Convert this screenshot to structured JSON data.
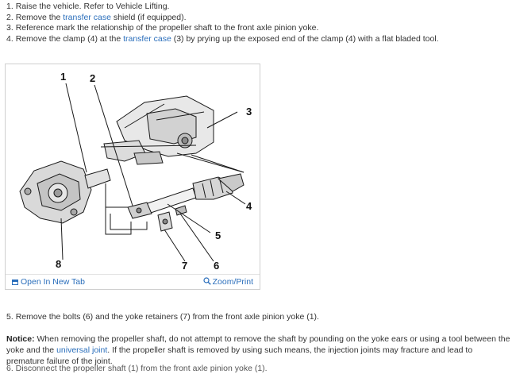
{
  "steps": [
    {
      "num": "1.",
      "text": "Raise the vehicle. Refer to Vehicle Lifting."
    },
    {
      "num": "2.",
      "pre": "Remove the",
      "link": "transfer case",
      "post": "shield (if equipped)."
    },
    {
      "num": "3.",
      "text": "Reference mark the relationship of the propeller shaft to the front axle pinion yoke."
    },
    {
      "num": "4.",
      "pre": "Remove the clamp (4) at the",
      "link": "transfer case",
      "post": "(3) by prying up the exposed end of the clamp (4) with a flat bladed tool."
    }
  ],
  "figure": {
    "callouts": [
      "1",
      "2",
      "3",
      "4",
      "5",
      "6",
      "7",
      "8"
    ],
    "open_label": "Open In New Tab",
    "zoom_label": "Zoom/Print",
    "open_icon": "open-in-new-tab-icon",
    "zoom_icon": "magnifier-icon"
  },
  "step5": {
    "num": "5.",
    "text": "Remove the bolts (6) and the yoke retainers (7) from the front axle pinion yoke (1)."
  },
  "notice": {
    "label": "Notice:",
    "part1": "When removing the propeller shaft, do not attempt to remove the shaft by pounding on the yoke ears or using a tool between the yoke and the",
    "link": "universal joint",
    "part2": ". If the propeller shaft is removed by using such means, the injection joints may fracture and lead to premature failure of the joint."
  },
  "truncated_line": "6. Disconnect the propeller shaft (1) from the front axle pinion yoke (1)."
}
